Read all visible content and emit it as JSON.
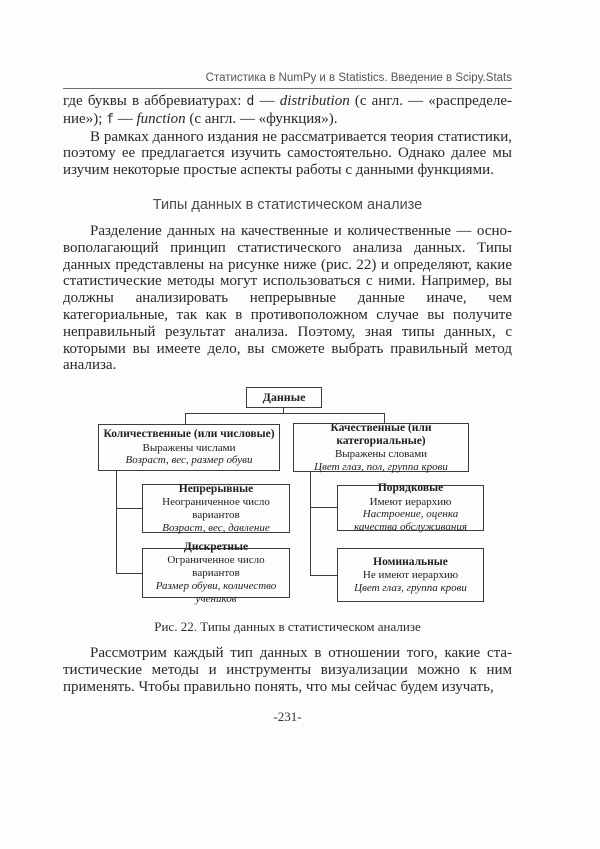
{
  "header": {
    "title": "Статистика в NumPy и в Statistics. Введение в Scipy.Stats"
  },
  "body": {
    "para_abbrev": {
      "t1": "где буквы в аббревиатурах: ",
      "code1": "d",
      "dash1": " — ",
      "term1": "distribution",
      "t2": " (с англ. — «распределе­ние»); ",
      "code2": "f",
      "dash2": " — ",
      "term2": "function",
      "t3": " (с англ. — «функция»)."
    },
    "para_theory": "В рамках данного издания не рассматривается теория статис­тики, поэтому ее предлагается изучить самостоятельно. Однако далее мы изучим некоторые простые аспекты работы с данными функциями.",
    "section_title": "Типы данных в статистическом анализе",
    "para_types": "Разделение данных на качественные и количественные — осно­вополагающий принцип статистического анализа данных. Типы данных представлены на рисунке ниже (рис. 22) и определяют, ка­кие статистические методы могут использоваться с ними. Напри­мер, вы должны анализировать непрерывные данные иначе, чем категориальные, так как в противоположном случае вы получи­те неправильный результат анализа. Поэтому, зная типы данных, с которыми вы имеете дело, вы сможете выбрать правильный ме­тод анализа.",
    "para_outro": "Рассмотрим каждый тип данных в отношении того, какие ста­тистические методы и инструменты визуализации можно к ним применять. Чтобы правильно понять, что мы сейчас будем изучать,",
    "page_number": "-231-"
  },
  "figure": {
    "caption": "Рис. 22. Типы данных в статистическом анализе",
    "nodes": {
      "root": {
        "title": "Данные"
      },
      "quantitative": {
        "title": "Количественные (или числовые)",
        "desc": "Выражены числами",
        "example": "Возраст, вес, размер обуви"
      },
      "qualitative": {
        "title": "Качественные (или категориальные)",
        "desc": "Выражены словами",
        "example": "Цвет глаз, пол, группа крови"
      },
      "continuous": {
        "title": "Непрерывные",
        "desc": "Неограниченное число вариантов",
        "example": "Возраст, вес, давление"
      },
      "discrete": {
        "title": "Дискретные",
        "desc": "Ограниченное число вариантов",
        "example": "Размер обуви, количество учеников"
      },
      "ordinal": {
        "title": "Порядковые",
        "desc": "Имеют иерархию",
        "example": "Настроение, оценка качества обслуживания"
      },
      "nominal": {
        "title": "Номинальные",
        "desc": "Не имеют иерархию",
        "example": "Цвет глаз, группа крови"
      }
    }
  }
}
